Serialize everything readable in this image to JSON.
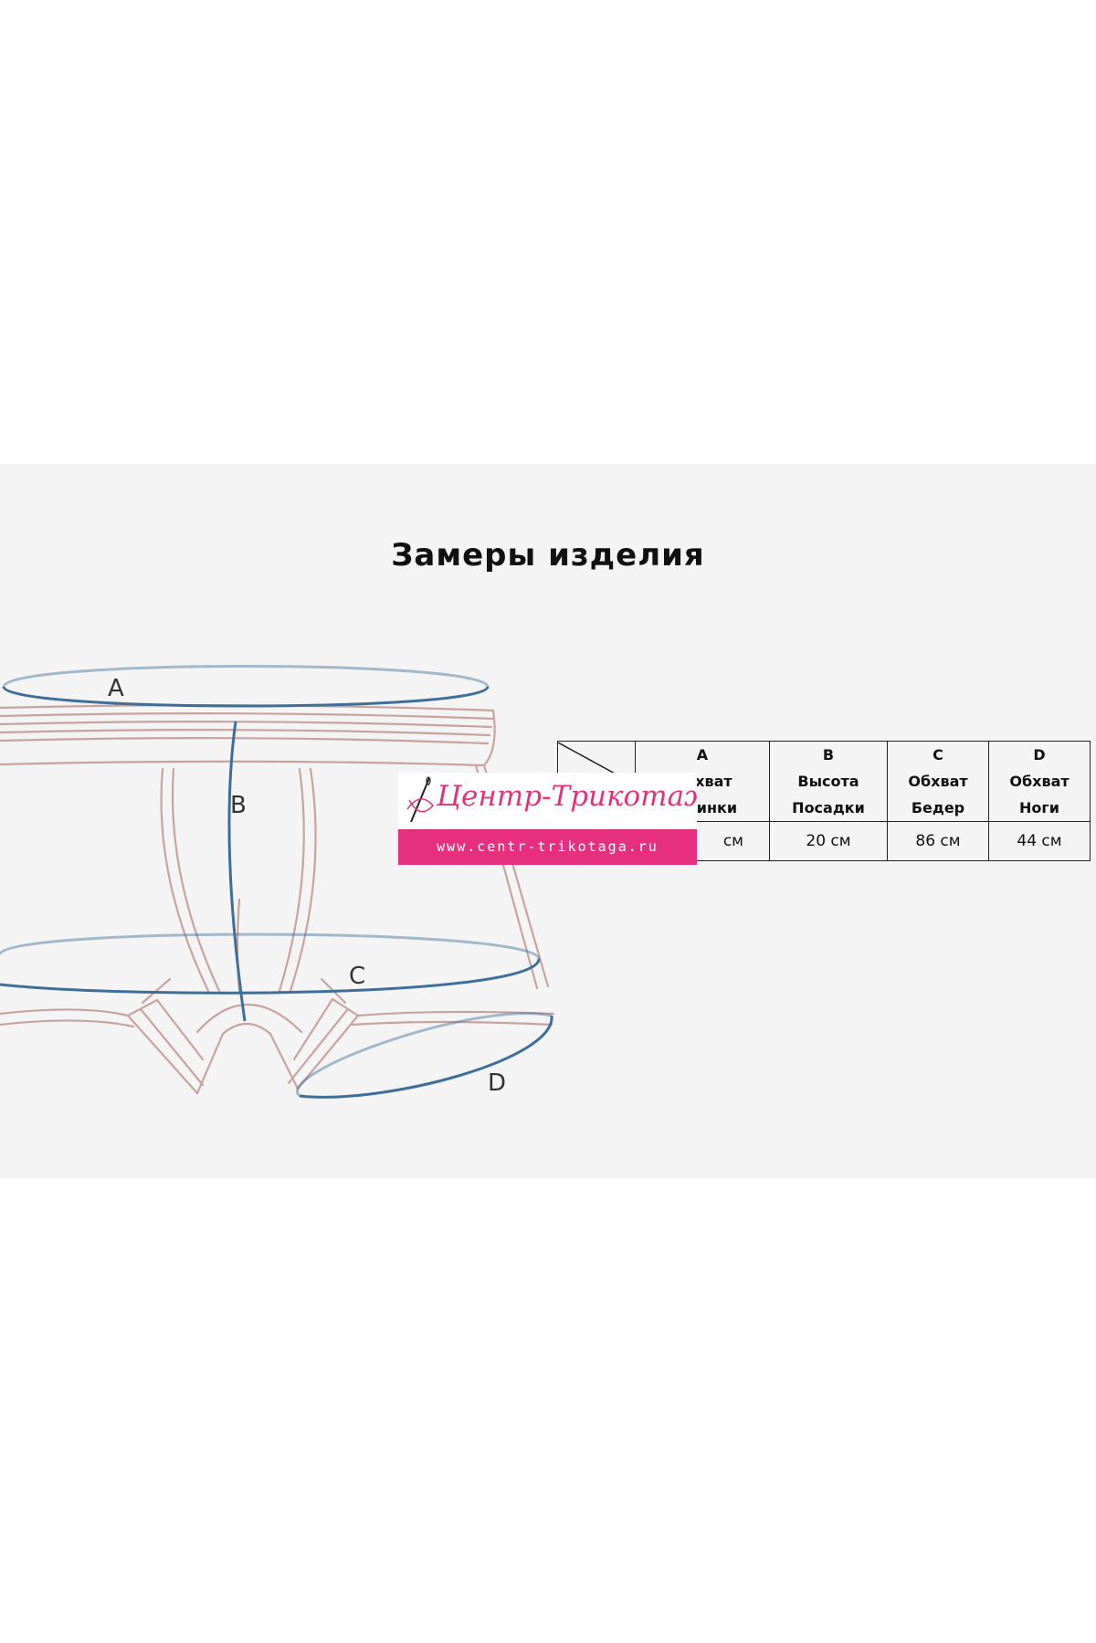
{
  "title": "Замеры изделия",
  "labels": {
    "a": "A",
    "b": "B",
    "c": "C",
    "d": "D"
  },
  "table": {
    "headers": [
      {
        "letter": "A",
        "line1": "Обхват",
        "line2": "Резинки"
      },
      {
        "letter": "B",
        "line1": "Высота",
        "line2": "Посадки"
      },
      {
        "letter": "C",
        "line1": "Обхват",
        "line2": "Бедер"
      },
      {
        "letter": "D",
        "line1": "Обхват",
        "line2": "Ноги"
      }
    ],
    "values": [
      "cм",
      "20 см",
      "86 см",
      "44 см"
    ]
  },
  "watermark": {
    "brand": "Центр-Трикотажа",
    "url": "www.centr-trikotaga.ru"
  },
  "colors": {
    "outline": "#c9a3a0",
    "measure": "#3e6f9a",
    "brand": "#e6307e",
    "panel": "#f4f4f4"
  }
}
